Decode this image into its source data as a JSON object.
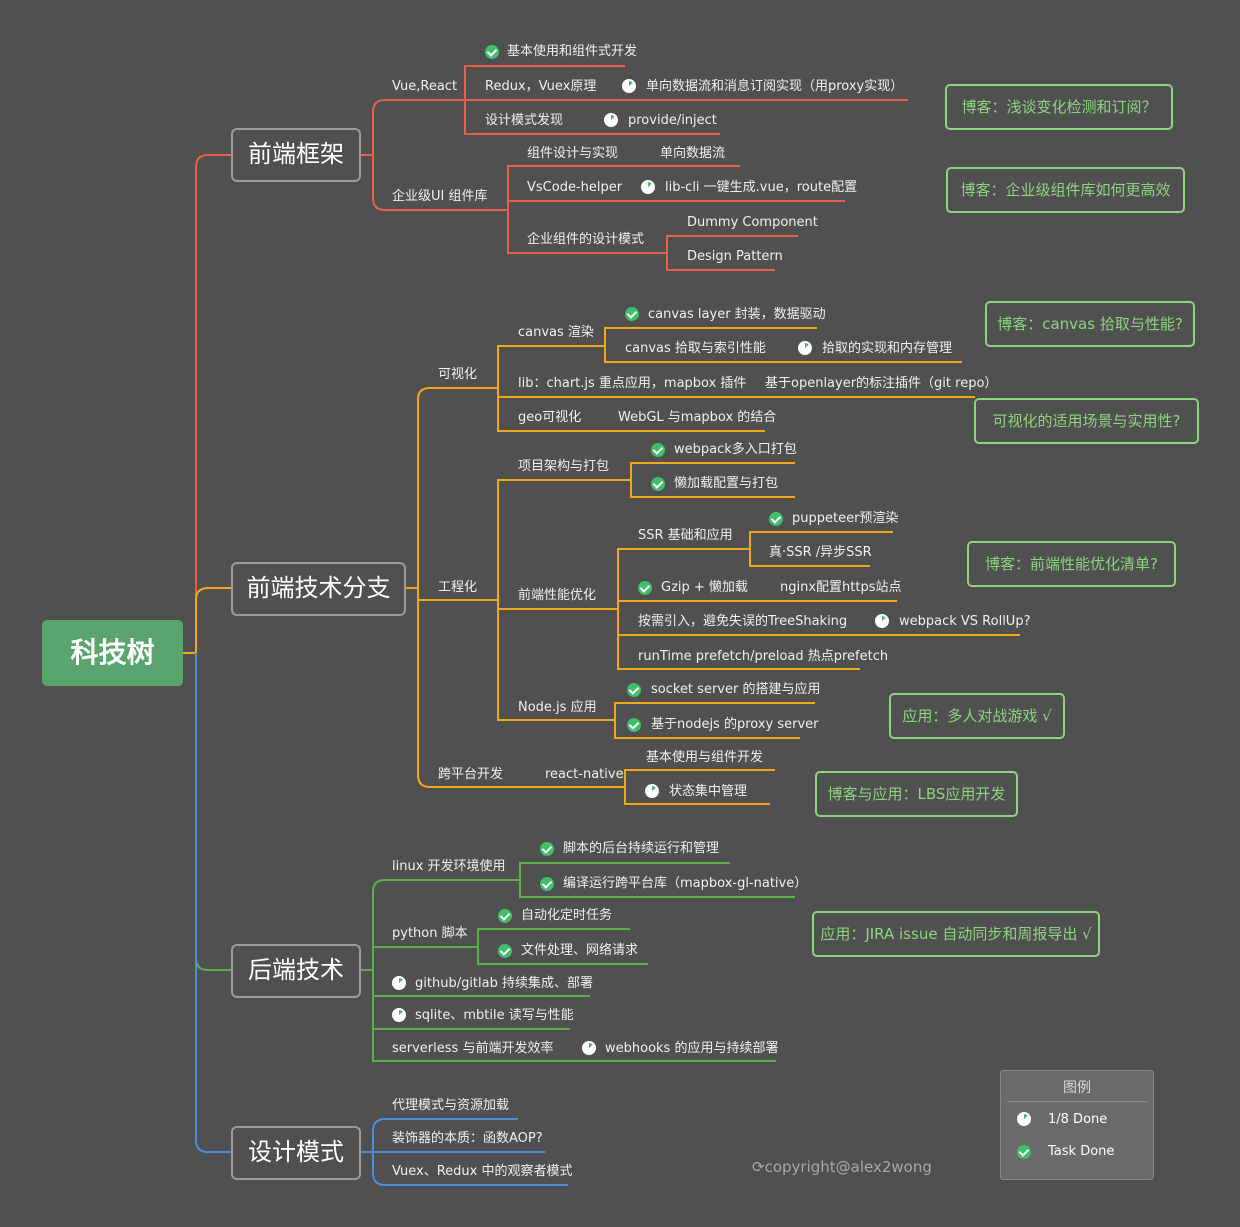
{
  "root": "科技树",
  "topics": {
    "frontend_framework": "前端框架",
    "frontend_branches": "前端技术分支",
    "backend": "后端技术",
    "design_patterns": "设计模式"
  },
  "labels": {
    "vue_react": "Vue,React",
    "basic_component": "基本使用和组件式开发",
    "redux_vuex": "Redux，Vuex原理",
    "unidirectional_proxy": "单向数据流和消息订阅实现（用proxy实现）",
    "pattern_discovery": "设计模式发现",
    "provide_inject": "provide/inject",
    "enterprise_ui": "企业级UI 组件库",
    "component_design": "组件设计与实现",
    "one_way_flow": "单向数据流",
    "vscode_helper": "VsCode-helper",
    "lib_cli": "lib-cli 一键生成.vue，route配置",
    "enterprise_patterns": "企业组件的设计模式",
    "dummy_component": "Dummy Component",
    "design_pattern": "Design Pattern",
    "visualization": "可视化",
    "canvas_render": "canvas 渲染",
    "canvas_layer": "canvas layer 封装，数据驱动",
    "canvas_pick": "canvas 拾取与索引性能",
    "pick_memory": "拾取的实现和内存管理",
    "lib_chartjs": "lib：chart.js 重点应用，mapbox 插件",
    "openlayer": "基于openlayer的标注插件（git repo）",
    "geo_vis": "geo可视化",
    "webgl_mapbox": "WebGL 与mapbox 的结合",
    "engineering": "工程化",
    "project_build": "项目架构与打包",
    "webpack_multi": "webpack多入口打包",
    "lazy_load": "懒加载配置与打包",
    "perf_opt": "前端性能优化",
    "ssr_basic": "SSR 基础和应用",
    "puppeteer": "puppeteer预渲染",
    "ssr_async": "真·SSR /异步SSR",
    "gzip": "Gzip + 懒加载",
    "nginx_https": "nginx配置https站点",
    "tree_shaking": "按需引入，避免失误的TreeShaking",
    "webpack_rollup": "webpack VS RollUp?",
    "prefetch": "runTime prefetch/preload  热点prefetch",
    "nodejs_app": "Node.js 应用",
    "socket_server": "socket server 的搭建与应用",
    "node_proxy": "基于nodejs 的proxy server",
    "cross_platform": "跨平台开发",
    "react_native": "react-native",
    "rn_basic": "基本使用与组件开发",
    "state_mgmt": "状态集中管理",
    "linux_env": "linux 开发环境使用",
    "script_daemon": "脚本的后台持续运行和管理",
    "compile_cross": "编译运行跨平台库（mapbox-gl-native）",
    "python_script": "python 脚本",
    "auto_task": "自动化定时任务",
    "file_network": "文件处理、网络请求",
    "ci_cd": "github/gitlab  持续集成、部署",
    "sqlite": "sqlite、mbtile 读写与性能",
    "serverless": "serverless 与前端开发效率",
    "webhooks": "webhooks 的应用与持续部署",
    "proxy_pattern": "代理模式与资源加载",
    "decorator": "装饰器的本质：函数AOP?",
    "observer": "Vuex、Redux 中的观察者模式"
  },
  "notes": {
    "blog_change_detect": "博客：浅谈变化检测和订阅？",
    "blog_component_lib": "博客：企业级组件库如何更高效",
    "blog_canvas_pick": "博客：canvas 拾取与性能?",
    "vis_scenarios": "可视化的适用场景与实用性?",
    "blog_perf_list": "博客：前端性能优化清单?",
    "app_game": "应用：多人对战游戏 √",
    "blog_lbs": "博客与应用：LBS应用开发",
    "app_jira": "应用：JIRA issue 自动同步和周报导出 √"
  },
  "legend": {
    "title": "图例",
    "partial": "1/8 Done",
    "done": "Task Done"
  },
  "copyright": "copyright@alex2wong",
  "colors": {
    "background": "#505050",
    "root": "#5aa56e",
    "branch_red": "#e8604c",
    "branch_orange": "#f0a818",
    "branch_green": "#5bb04a",
    "branch_blue": "#4a90d9",
    "note": "#8cd47e",
    "check": "#3fbf6a"
  }
}
